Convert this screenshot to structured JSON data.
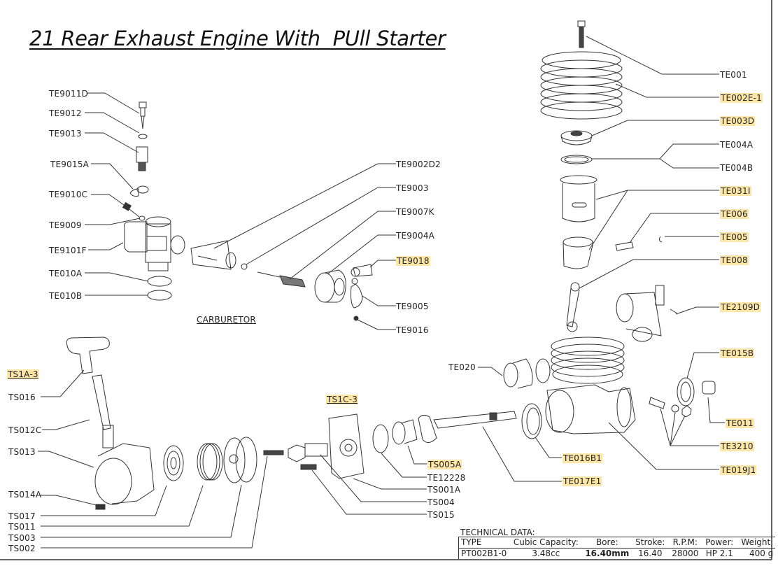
{
  "title": "21 Rear Exhaust Engine With  PUll Starter",
  "highlight_color": "#fde6a6",
  "sections": {
    "carburetor": "CARBURETOR",
    "starter_assembly": "TS1A-3",
    "backplate_assembly": "TS1C-3"
  },
  "carburetor_parts": {
    "te9011d": "TE9011D",
    "te9012": "TE9012",
    "te9013": "TE9013",
    "te9015a": "TE9015A",
    "te9010c": "TE9010C",
    "te9009": "TE9009",
    "te9101f": "TE9101F",
    "te010a": "TE010A",
    "te010b": "TE010B",
    "te9002d2": "TE9002D2",
    "te9003": "TE9003",
    "te9007k": "TE9007K",
    "te9004a": "TE9004A",
    "te9018": "TE9018",
    "te9005": "TE9005",
    "te9016": "TE9016"
  },
  "engine_parts": {
    "te001": "TE001",
    "te002e1": "TE002E-1",
    "te003d": "TE003D",
    "te004a": "TE004A",
    "te004b": "TE004B",
    "te031i": "TE031I",
    "te006": "TE006",
    "te005": "TE005",
    "te008": "TE008",
    "te2109d": "TE2109D",
    "te015b": "TE015B",
    "te020": "TE020",
    "te011": "TE011",
    "te3210": "TE3210",
    "te016b1": "TE016B1",
    "te019j1": "TE019J1",
    "te017e1": "TE017E1"
  },
  "starter_parts": {
    "ts016": "TS016",
    "ts012c": "TS012C",
    "ts013": "TS013",
    "ts014a": "TS014A",
    "ts017": "TS017",
    "ts011": "TS011",
    "ts003": "TS003",
    "ts002": "TS002",
    "ts005a": "TS005A",
    "te12228": "TE12228",
    "ts001a": "TS001A",
    "ts004": "TS004",
    "ts015": "TS015"
  },
  "technical_data": {
    "heading": "TECHNICAL DATA:",
    "headers": [
      "TYPE",
      "Cubic Capacity:",
      "Bore:",
      "Stroke:",
      "R.P.M:",
      "Power:",
      "Weight:"
    ],
    "values": [
      "PT002B1-0",
      "3.48cc",
      "16.40mm",
      "16.40",
      "28000",
      "HP 2.1",
      "400 g"
    ]
  }
}
